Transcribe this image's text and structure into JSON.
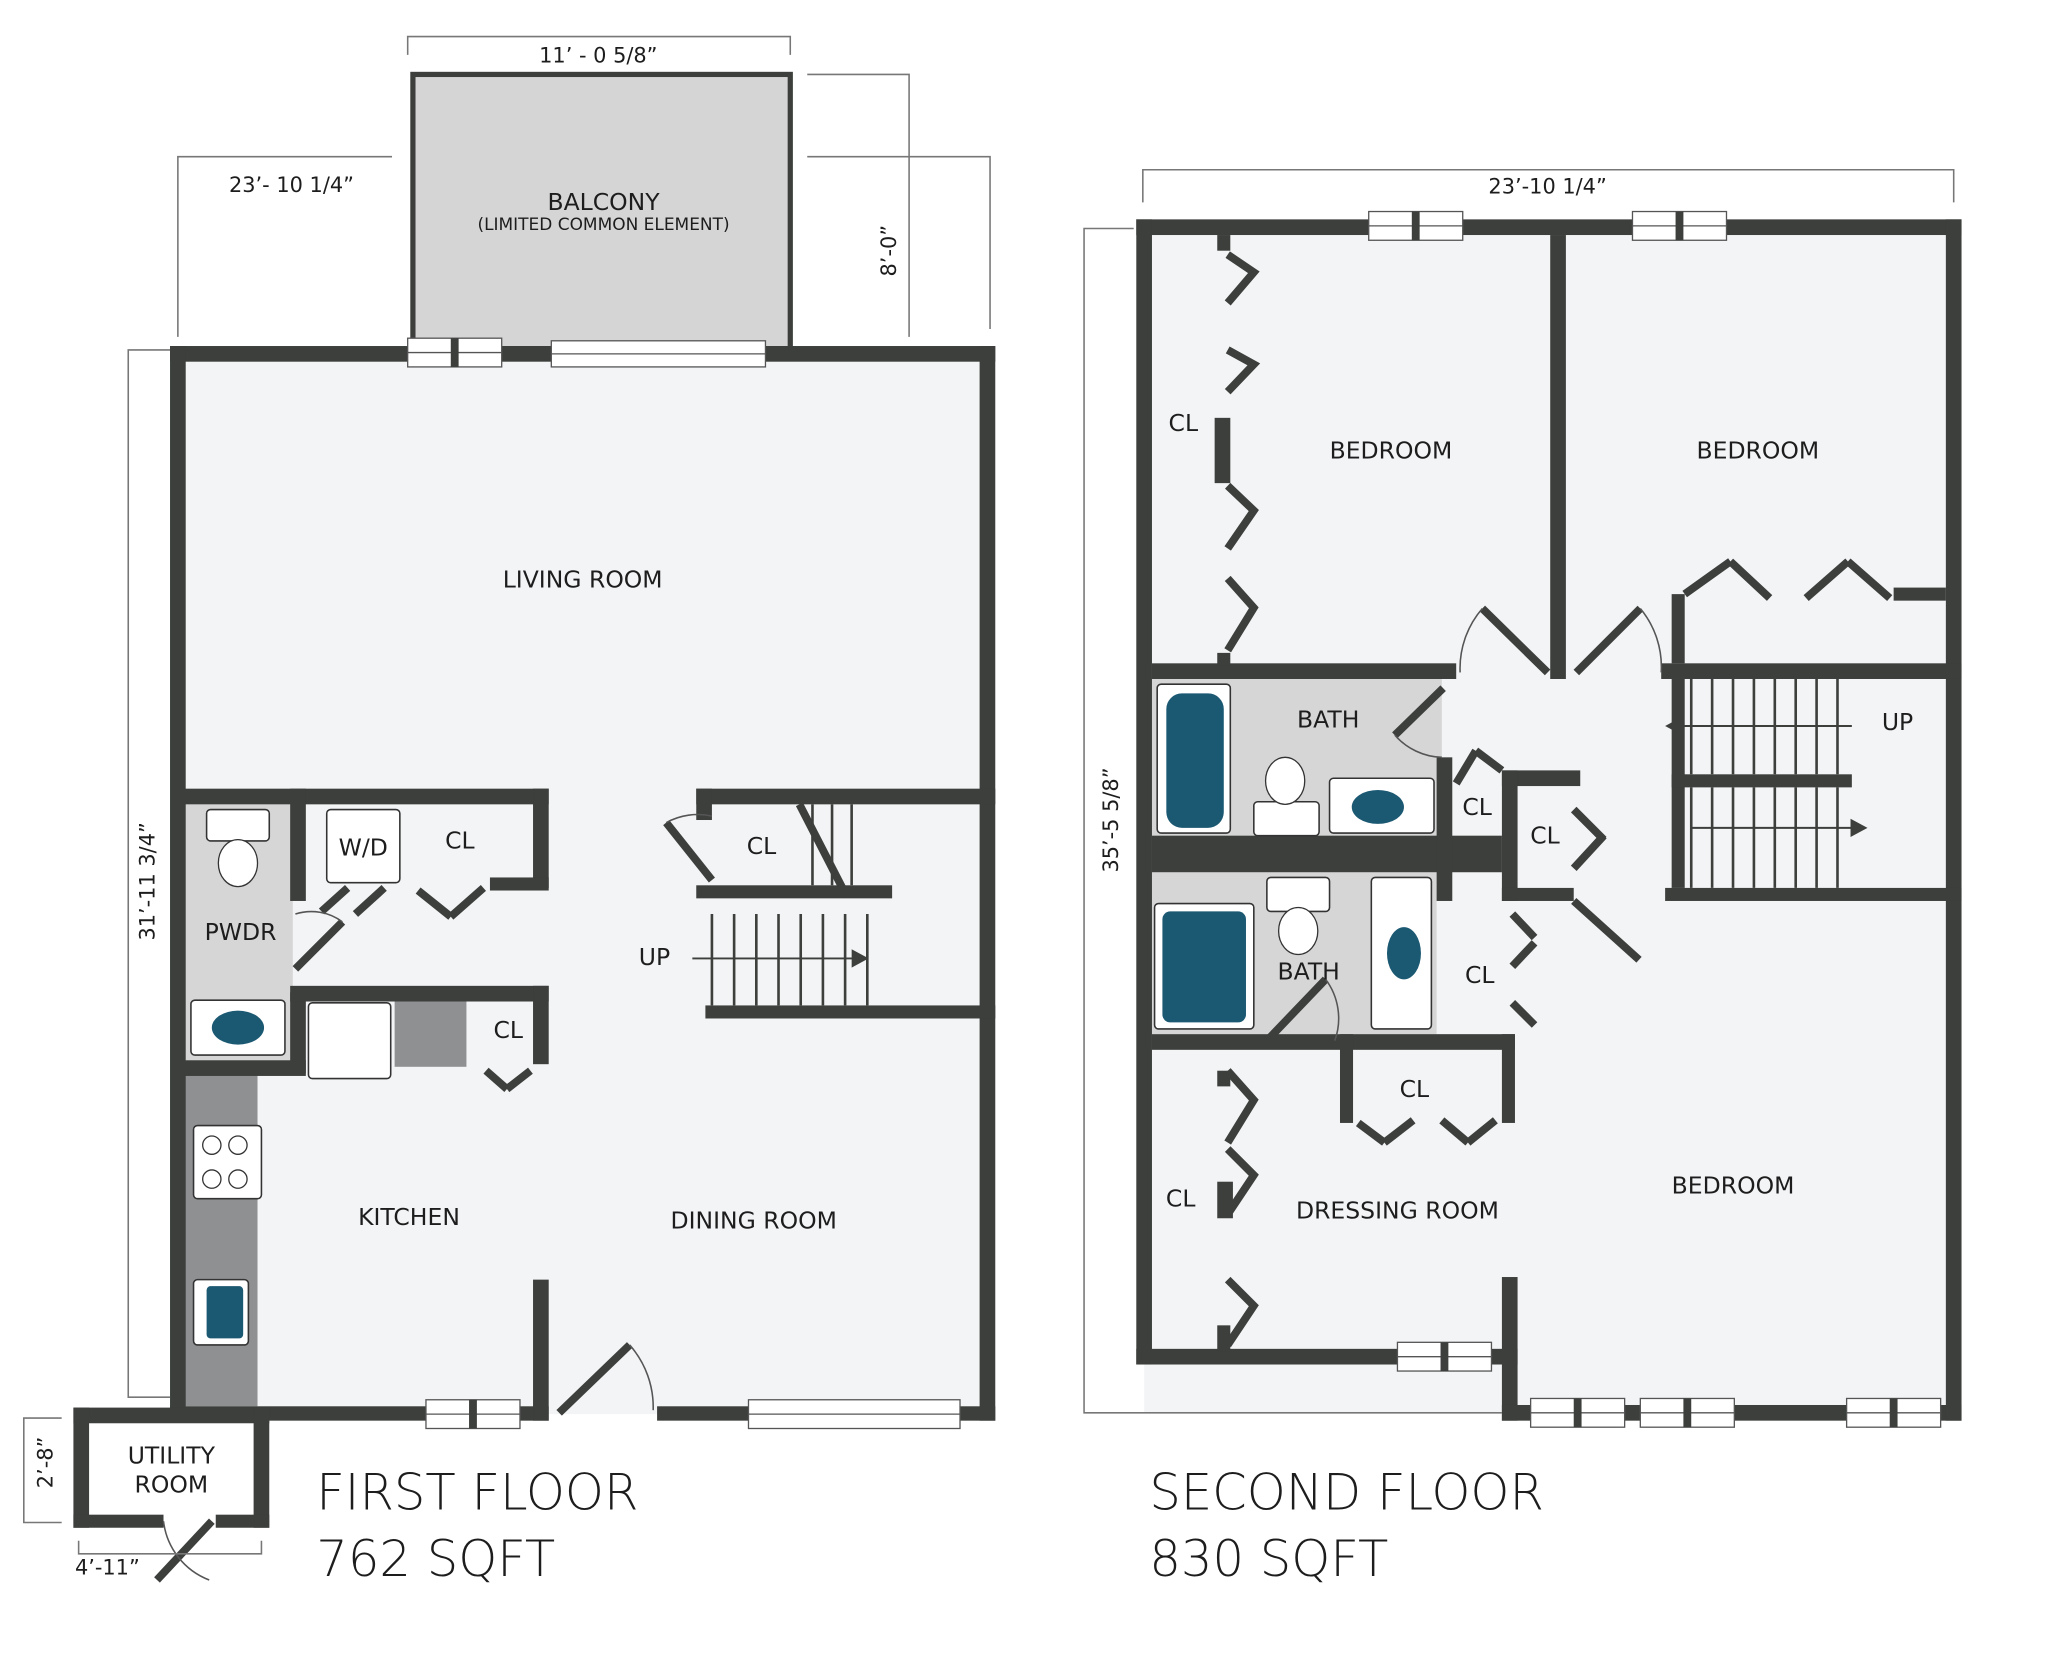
{
  "colors": {
    "wall": "#3c3f3c",
    "floor": "#f3f4f6",
    "wet_area": "#d6d6d6",
    "counter": "#8f9092",
    "fixture": "#1b5872",
    "balcony": "#d5d5d5"
  },
  "first_floor": {
    "title": "FIRST FLOOR",
    "area": "762 SQFT",
    "dimensions": {
      "balcony_width": "11’ - 0 5/8”",
      "width": "23’- 10 1/4”",
      "balcony_depth": "8’-0”",
      "depth": "31’-11 3/4”",
      "utility_depth": "2’-8”",
      "utility_width": "4’-11”"
    },
    "rooms": {
      "balcony": "BALCONY",
      "balcony_note": "(LIMITED COMMON ELEMENT)",
      "living": "LIVING ROOM",
      "powder": "PWDR",
      "laundry": "W/D",
      "closet1": "CL",
      "closet2": "CL",
      "closet3": "CL",
      "stairs": "UP",
      "kitchen": "KITCHEN",
      "dining": "DINING ROOM",
      "utility1": "UTILITY",
      "utility2": "ROOM"
    }
  },
  "second_floor": {
    "title": "SECOND FLOOR",
    "area": "830 SQFT",
    "dimensions": {
      "width": "23’-10 1/4”",
      "depth": "35’-5 5/8”"
    },
    "rooms": {
      "closet_bed1": "CL",
      "bedroom1": "BEDROOM",
      "bedroom2": "BEDROOM",
      "bath1": "BATH",
      "closet_a": "CL",
      "closet_b": "CL",
      "stairs": "UP",
      "bath2": "BATH",
      "closet_c": "CL",
      "closet_d": "CL",
      "closet_dressing": "CL",
      "dressing": "DRESSING ROOM",
      "bedroom3": "BEDROOM"
    }
  }
}
